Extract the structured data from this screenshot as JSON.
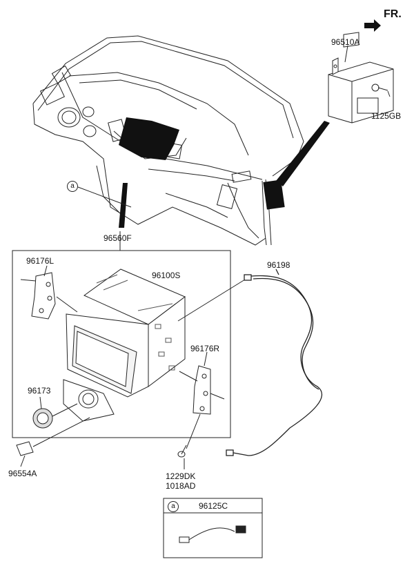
{
  "orientation": {
    "label": "FR."
  },
  "callout_symbol": "a",
  "parts": {
    "amp_unit": "96510A",
    "bolt": "1125GB",
    "wiring": "96560F",
    "bracket_left": "96176L",
    "head_unit": "96100S",
    "antenna_cable": "96198",
    "bracket_right": "96176R",
    "knob": "96173",
    "jack": "96554A",
    "screw_1": "1229DK",
    "screw_2": "1018AD",
    "inset_cable": "96125C"
  }
}
